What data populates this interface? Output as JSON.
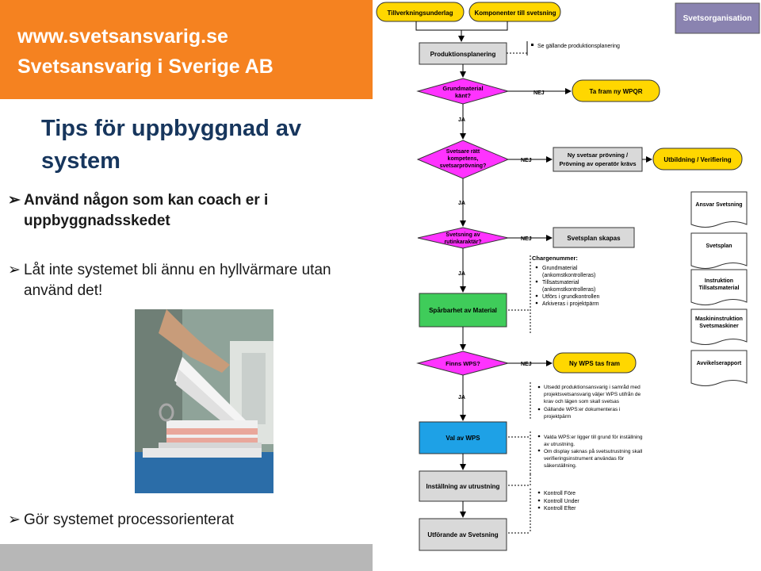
{
  "header": {
    "line1": "www.svetsansvarig.se",
    "line2": "Svetsansvarig i Sverige AB",
    "bg_color": "#f58220"
  },
  "title": "Tips för uppbyggnad av system",
  "bullets": [
    "Använd någon som kan coach er i uppbyggnadsskedet",
    "Låt inte systemet bli ännu en hyllvärmare utan använd det!",
    "Gör systemet processorienterat"
  ],
  "flowchart": {
    "top_labels": [
      "Tillverkningsunderlag",
      "Komponenter till svetsning"
    ],
    "org_label": "Svetsorganisation",
    "nodes": {
      "produktionsplanering": "Produktionsplanering",
      "se_note": "Se gällande produktionsplanering",
      "grundmaterial": [
        "Grundmaterial",
        "känt?"
      ],
      "wpqr": "Ta fram ny WPQR",
      "kompetens": [
        "Svetsare rätt",
        "kompetens,",
        "svetsarprövning?"
      ],
      "provning": [
        "Ny svetsar prövning /",
        "Prövning av operatör krävs"
      ],
      "utbildning": "Utbildning / Verifiering",
      "rutin": [
        "Svetsning av",
        "rutinkaraktär?"
      ],
      "svetsplan_skapas": "Svetsplan skapas",
      "sparbarhet": "Spårbarhet av Material",
      "finns_wps": "Finns WPS?",
      "ny_wps": "Ny WPS tas fram",
      "val_wps": "Val av WPS",
      "installning": "Inställning av utrustning",
      "utforande": "Utförande av Svetsning"
    },
    "ja": "JA",
    "nej": "NEJ",
    "chargenummer": {
      "heading": "Chargenummer:",
      "items": [
        "Grundmaterial",
        "(ankomstkontrolleras)",
        "Tillsatsmaterial",
        "(ankomstkontrolleras)",
        "Utförs i grundkontrollen",
        "Arkiveras i projektpärm"
      ]
    },
    "wps_notes": [
      "Utsedd produktionsansvarig i samråd med",
      "projektsvetsansvarig väljer WPS utifrån de",
      "krav och lägen som skall svetsas",
      "Gällande WPS:er dokumenteras i",
      "projektpärm"
    ],
    "val_notes": [
      "Valda WPS:er ligger till grund för inställning",
      "av utrustning.",
      "Om display saknas på svetsutrustning skall",
      "verifieringsinstrument användas för",
      "säkerställning."
    ],
    "kontroll": [
      "Kontroll Före",
      "Kontroll Under",
      "Kontroll Efter"
    ],
    "documents": [
      [
        "Ansvar Svetsning"
      ],
      [
        "Svetsplan"
      ],
      [
        "Instruktion",
        "Tillsatsmaterial"
      ],
      [
        "Maskininstruktion",
        "Svetsmaskiner"
      ],
      [
        "Avvikelserapport"
      ]
    ],
    "colors": {
      "diamond": "#ff33ff",
      "yellow": "#ffd700",
      "green": "#3fcc5a",
      "blue": "#1ea1e6",
      "grey": "#d9d9d9",
      "org": "#8a83b0"
    }
  }
}
